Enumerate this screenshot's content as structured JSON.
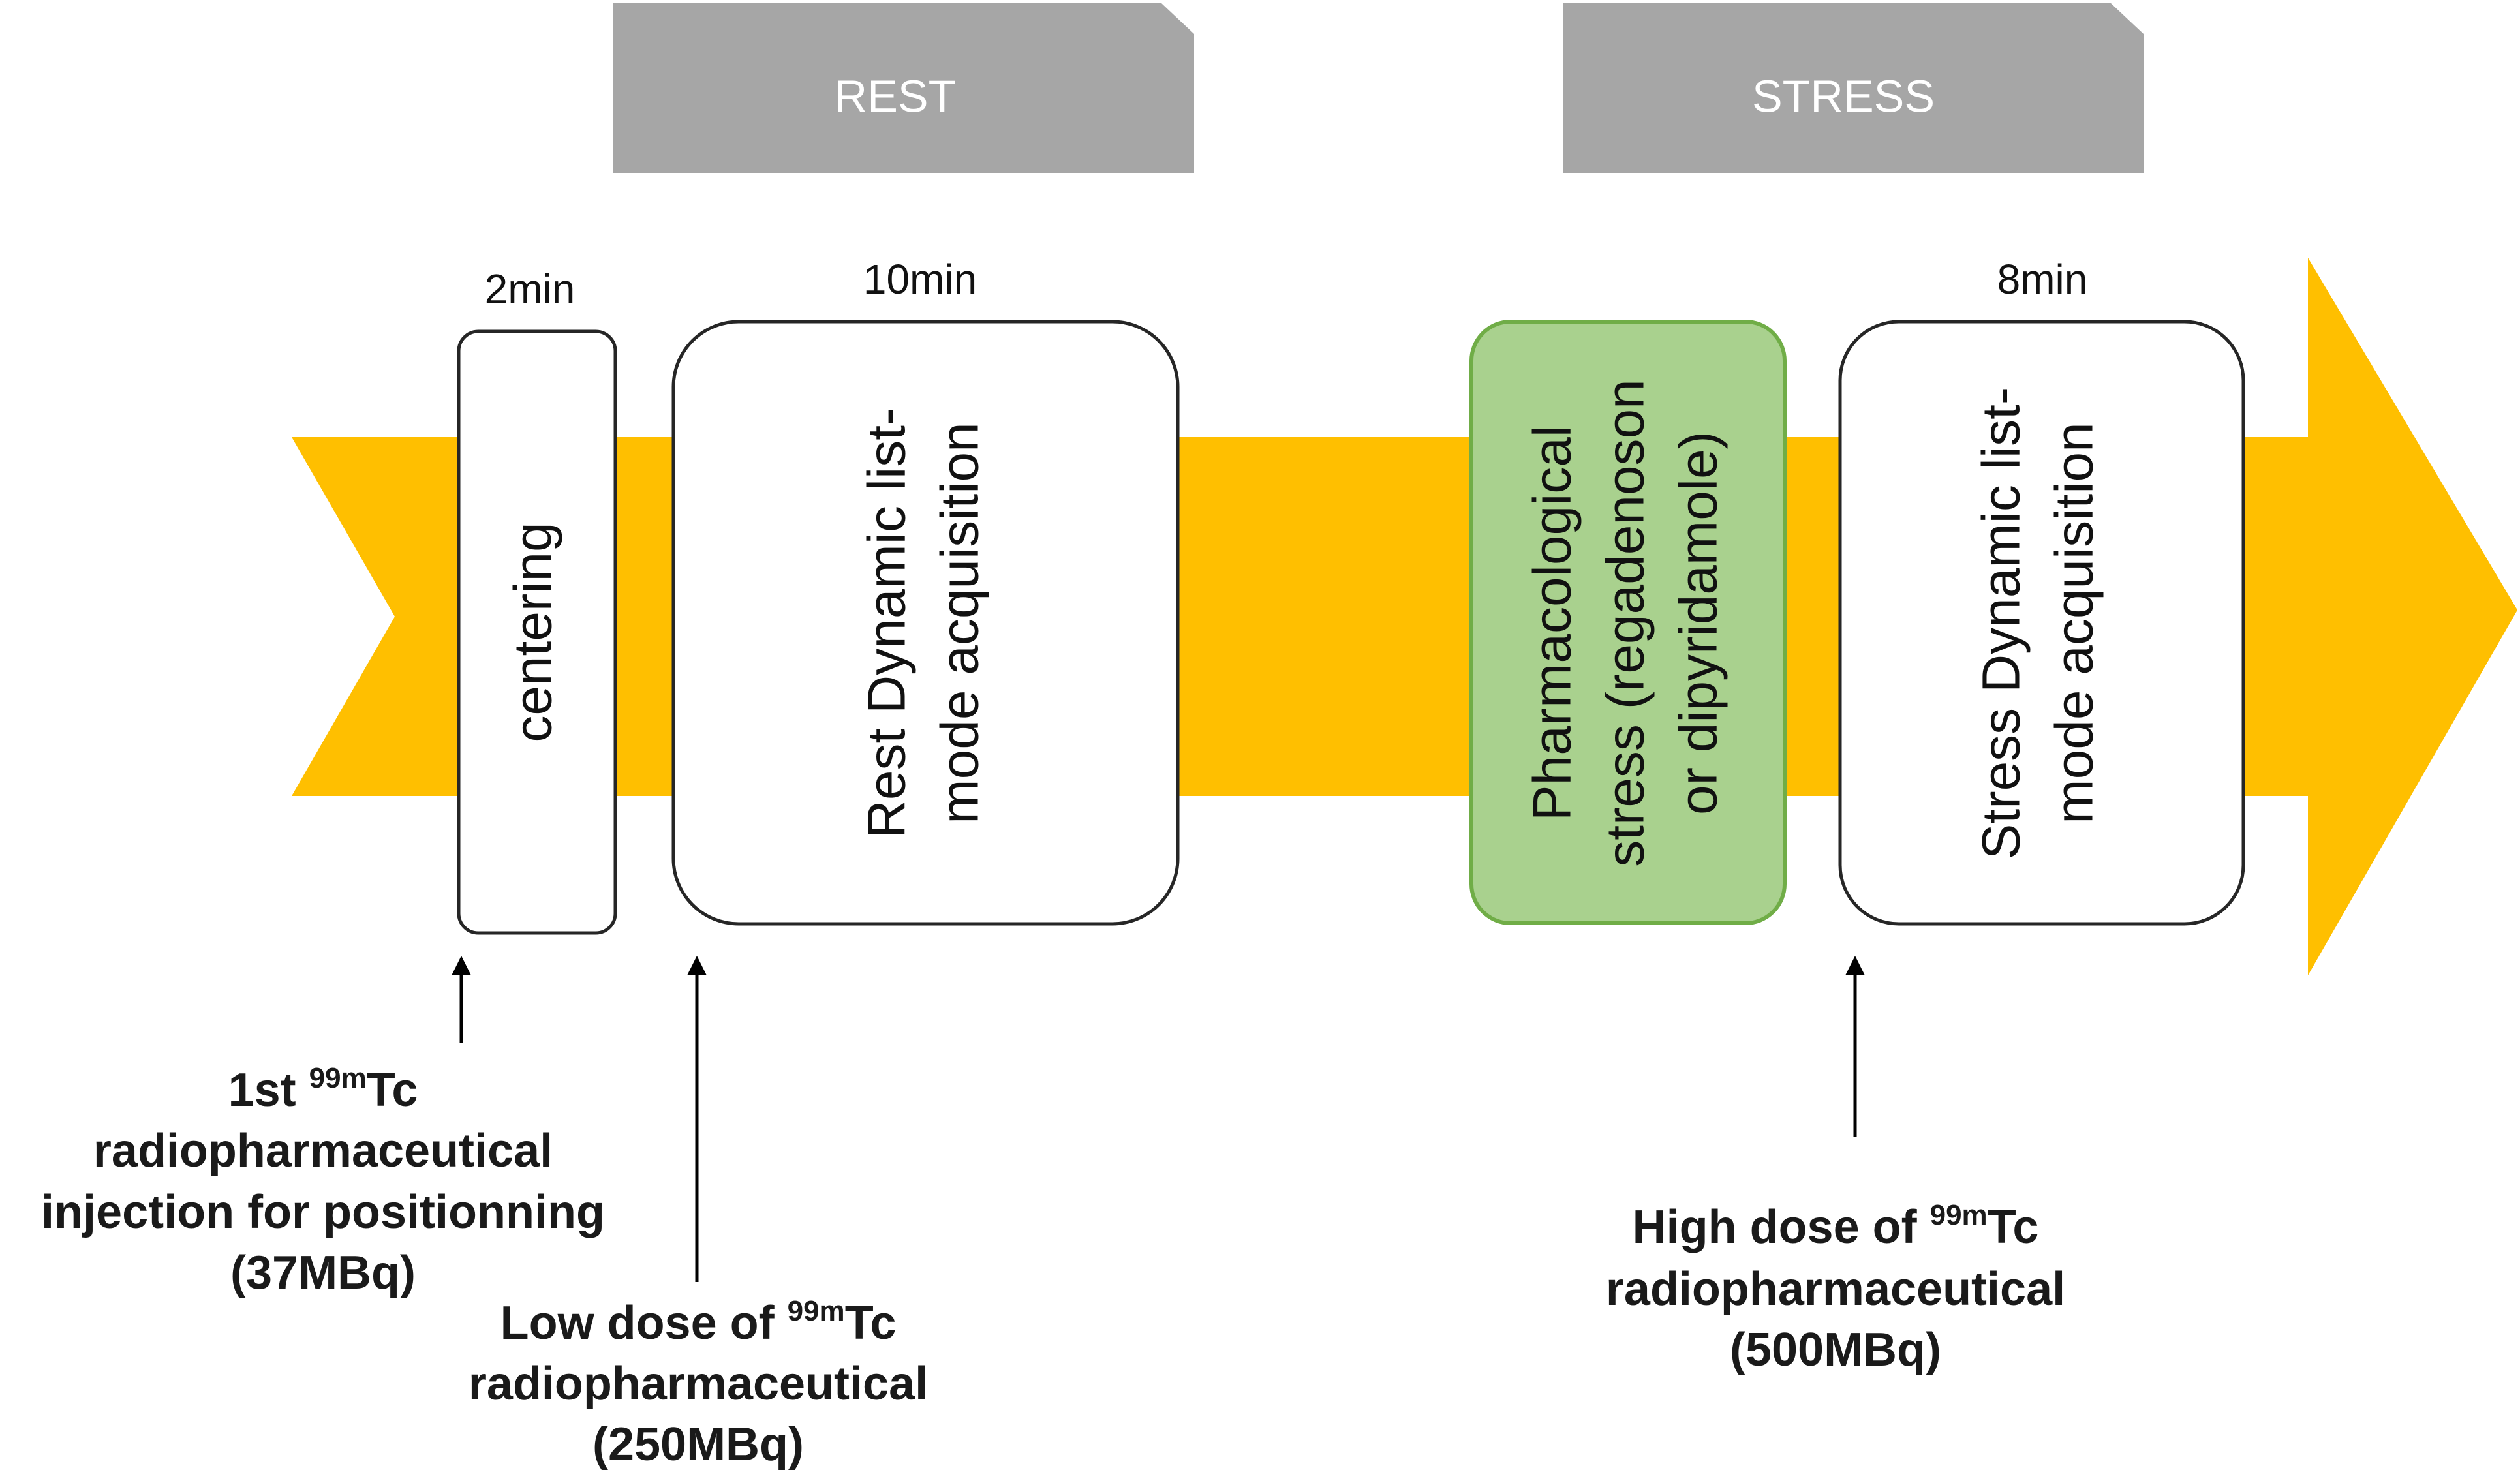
{
  "colors": {
    "timeline_arrow": "#FFBF00",
    "phase_banner": "#A6A6A6",
    "phase_text": "#FFFFFF",
    "step_box": "#FFFFFF",
    "step_border": "#262626",
    "pharma_box": "#A9D18E",
    "pharma_border": "#70AD47"
  },
  "phases": {
    "rest": "REST",
    "stress": "STRESS"
  },
  "durations": {
    "centering": "2min",
    "rest_acquisition": "10min",
    "stress_acquisition": "8min"
  },
  "steps": {
    "centering": "centering",
    "rest_acquisition": {
      "line1": "Rest Dynamic list-",
      "line2": "mode acquisition"
    },
    "pharmacological_stress": {
      "line1": "Pharmacological",
      "line2": "stress (regadenoson",
      "line3": "or dipyridamole)"
    },
    "stress_acquisition": {
      "line1": "Stress Dynamic list-",
      "line2": "mode acquisition"
    }
  },
  "annotations": {
    "first_injection": {
      "prefix": "1st ",
      "isotope_sup": "99m",
      "isotope": "Tc",
      "line2": "radiopharmaceutical",
      "line3": "injection for positionning",
      "line4": "(37MBq)"
    },
    "low_dose": {
      "prefix": "Low dose of ",
      "isotope_sup": "99m",
      "isotope": "Tc",
      "line2": "radiopharmaceutical",
      "line3": "(250MBq)"
    },
    "high_dose": {
      "prefix": "High dose of ",
      "isotope_sup": "99m",
      "isotope": "Tc",
      "line2": "radiopharmaceutical",
      "line3": "(500MBq)"
    }
  }
}
